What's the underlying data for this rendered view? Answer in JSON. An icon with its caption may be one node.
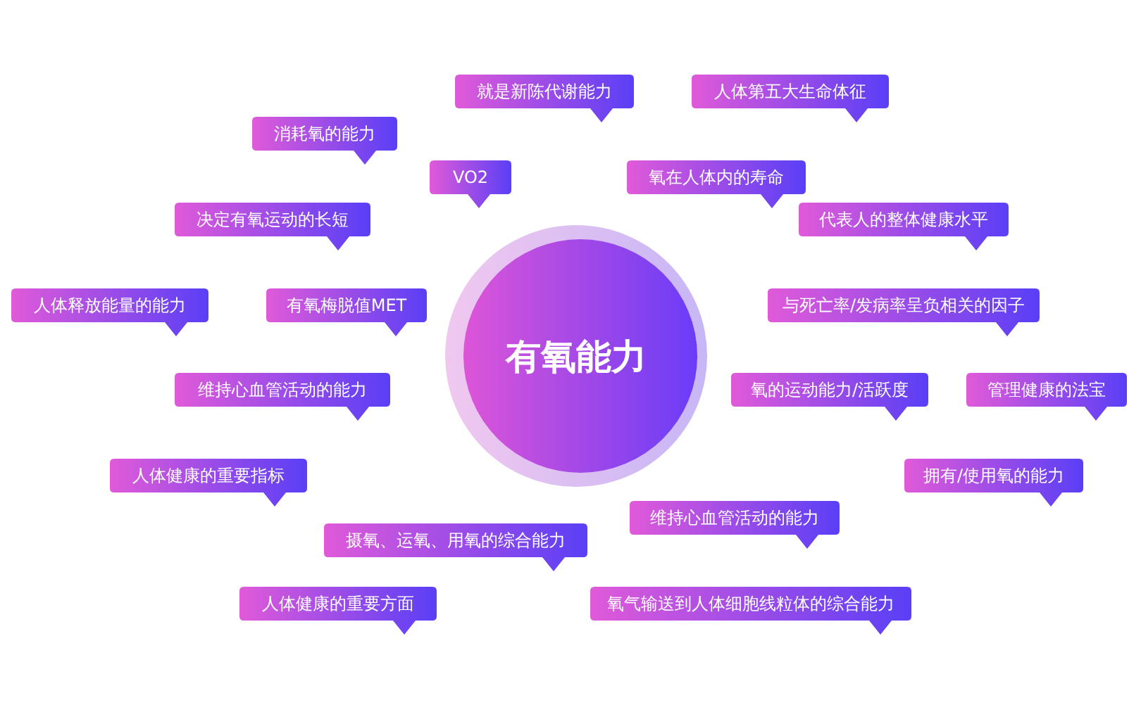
{
  "diagram": {
    "nodes": [
      {
        "text": [
          "有氧能力"
        ]
      },
      {
        "text": [
          "就是新陈代谢能力"
        ]
      },
      {
        "text": [
          "人体第五大生命体征"
        ]
      },
      {
        "text": [
          "消耗氧的能力"
        ]
      },
      {
        "text": [
          "VO2"
        ]
      },
      {
        "text": [
          "氧在人体内的寿命"
        ]
      },
      {
        "text": [
          "决定有氧运动的长短"
        ]
      },
      {
        "text": [
          "代表人的整体健康水平"
        ]
      },
      {
        "text": [
          "人体释放能量的能力"
        ]
      },
      {
        "text": [
          "有氧梅脱值MET"
        ]
      },
      {
        "text": [
          "与死亡率/发病率呈负相关的因子"
        ]
      },
      {
        "text": [
          "维持心血管活动的能力"
        ]
      },
      {
        "text": [
          "氧的运动能力/活跃度"
        ]
      },
      {
        "text": [
          "管理健康的法宝"
        ]
      },
      {
        "text": [
          "人体健康的重要指标"
        ]
      },
      {
        "text": [
          "拥有/使用氧的能力"
        ]
      },
      {
        "text": [
          "维持心血管活动的能力"
        ]
      },
      {
        "text": [
          "摄氧、运氧、用氧的综合能力"
        ]
      },
      {
        "text": [
          "人体健康的重要方面"
        ]
      },
      {
        "text": [
          "氧气输送到人体细胞线粒体的综合能力"
        ]
      }
    ]
  }
}
